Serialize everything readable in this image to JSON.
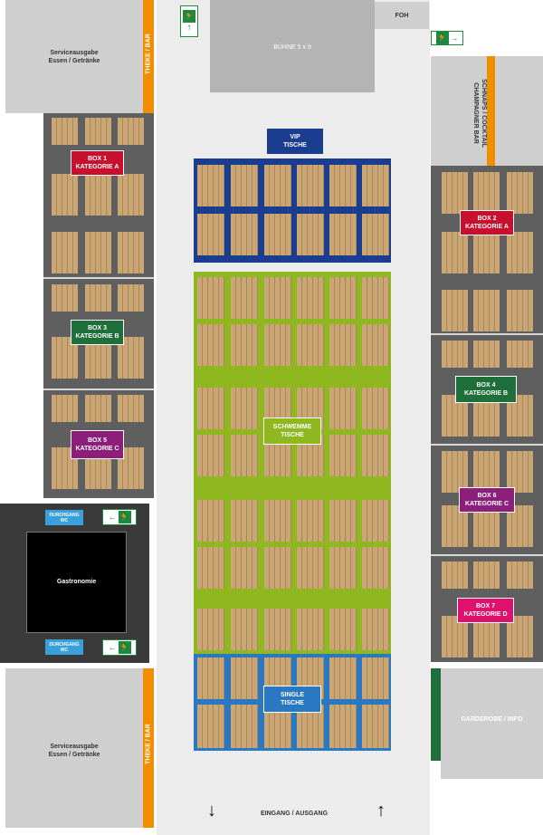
{
  "colors": {
    "vip": "#1a3d8f",
    "schwemme": "#8fb820",
    "single": "#2a78c2",
    "box_a": "#c8102e",
    "box_b": "#1f6f3a",
    "box_c": "#8b1f7a",
    "box_d": "#e0106e",
    "table": "#c9a673",
    "bar": "#f18e00",
    "exit_green": "#1c8a3a"
  },
  "labels": {
    "service_top": "Serviceausgabe\nEssen / Getränke",
    "service_bottom": "Serviceausgabe\nEssen / Getränke",
    "theke_top": "THEKE / BAR",
    "theke_bottom": "THEKE / BAR",
    "buehne": "BÜHNE 5 x 9",
    "foh": "FOH",
    "schnaps": "SCHNAPS / COCKTAIL\nCHAMPAGNER BAR",
    "vip": "VIP\nTISCHE",
    "schwemme": "SCHWEMME\nTISCHE",
    "single": "SINGLE\nTISCHE",
    "gastronomie": "Gastronomie",
    "durchgang_top": "DURCHGANG\nWC",
    "durchgang_bottom": "DURCHGANG\nWC",
    "garderobe": "GARDEROBE / INFO",
    "eingang": "EINGANG / AUSGANG"
  },
  "boxes": [
    {
      "id": "box1",
      "label": "BOX 1\nKATEGORIE A",
      "color": "box_a"
    },
    {
      "id": "box2",
      "label": "BOX 2\nKATEGORIE A",
      "color": "box_a"
    },
    {
      "id": "box3",
      "label": "BOX 3\nKATEGORIE B",
      "color": "box_b"
    },
    {
      "id": "box4",
      "label": "BOX 4\nKATEGORIE B",
      "color": "box_b"
    },
    {
      "id": "box5",
      "label": "BOX 5\nKATEGORIE C",
      "color": "box_c"
    },
    {
      "id": "box6",
      "label": "BOX 6\nKATEGORIE C",
      "color": "box_c"
    },
    {
      "id": "box7",
      "label": "BOX 7\nKATEGORIE D",
      "color": "box_d"
    }
  ],
  "icons": {
    "exit": "exit-sign-icon",
    "arrow_down": "arrow-down-icon",
    "arrow_up": "arrow-up-icon"
  }
}
